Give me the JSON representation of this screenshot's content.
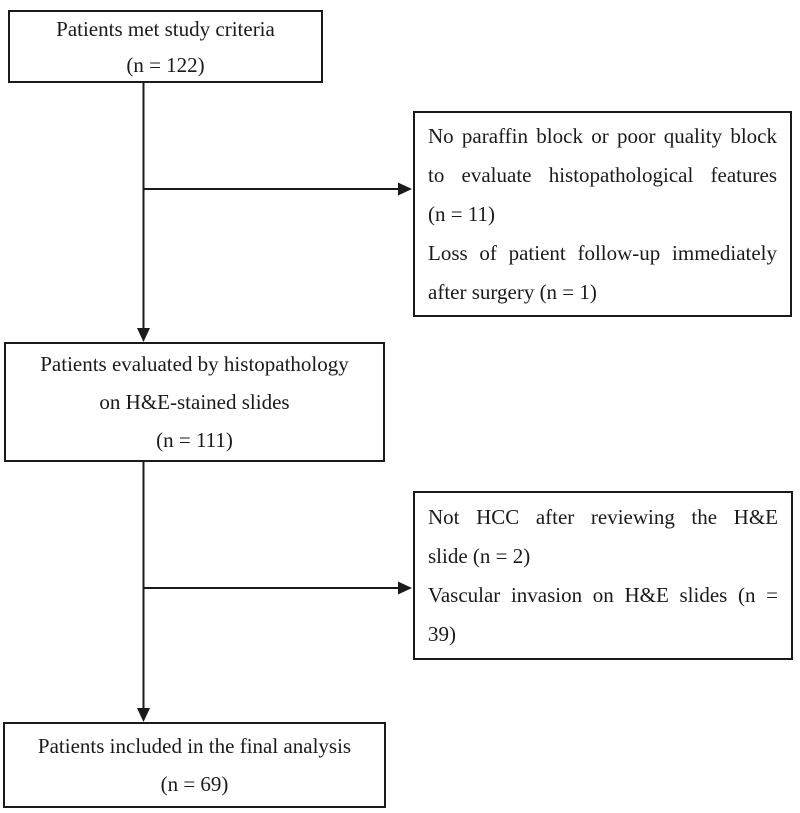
{
  "diagram": {
    "type": "patient-flowchart",
    "line_color": "#1a1a1a",
    "box_background": "#ffffff",
    "boxes": {
      "criteria": {
        "lines": [
          "Patients met study criteria",
          "(n = 122)"
        ]
      },
      "exclusion1": {
        "lines": [
          "No paraffin block or poor quality block",
          "to evaluate histopathological features",
          "(n = 11)",
          "Loss of patient follow-up immediately",
          "after surgery (n = 1)"
        ]
      },
      "evaluated": {
        "lines": [
          "Patients evaluated by histopathology",
          "on H&E-stained slides",
          "(n = 111)"
        ]
      },
      "exclusion2": {
        "lines": [
          "Not HCC after reviewing the H&E",
          "slide (n = 2)",
          "Vascular invasion on H&E slides (n =",
          "39)"
        ]
      },
      "final": {
        "lines": [
          "Patients included in the final analysis",
          "(n = 69)"
        ]
      }
    }
  }
}
